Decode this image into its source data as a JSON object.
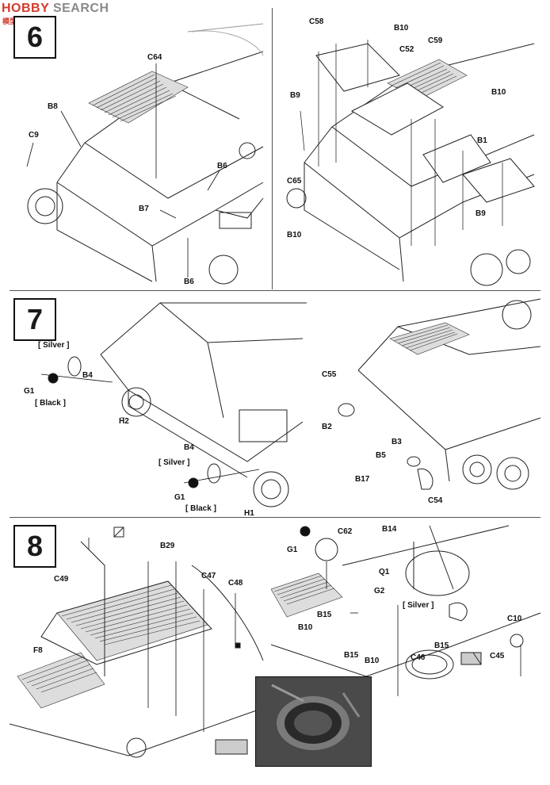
{
  "watermark": {
    "part1": "HobbySEARCH",
    "display_a": "HOBBY",
    "display_b": " SEARCH",
    "subtitle": "模型网"
  },
  "steps": [
    {
      "number": "6"
    },
    {
      "number": "7"
    },
    {
      "number": "8"
    }
  ],
  "step6": {
    "left_labels": [
      "C64",
      "B8",
      "C9",
      "B7",
      "B6",
      "B6"
    ],
    "right_labels": [
      "C58",
      "B10",
      "C52",
      "C59",
      "B9",
      "B10",
      "B1",
      "C65",
      "B10",
      "B9"
    ]
  },
  "step7": {
    "left_labels": [
      "[ Silver ]",
      "G1",
      "[ Black ]",
      "B4",
      "H2",
      "B4",
      "[ Silver ]",
      "G1",
      "[ Black ]",
      "H1"
    ],
    "right_labels": [
      "C55",
      "B2",
      "B3",
      "B5",
      "B17",
      "C54"
    ]
  },
  "step8": {
    "left_labels": [
      "C49",
      "B29",
      "C47",
      "C48",
      "F8"
    ],
    "right_labels": [
      "C62",
      "G1",
      "B14",
      "Q1",
      "G2",
      "[ Silver ]",
      "B15",
      "B10",
      "B15",
      "B15",
      "B10",
      "C46",
      "C10",
      "C45"
    ]
  }
}
